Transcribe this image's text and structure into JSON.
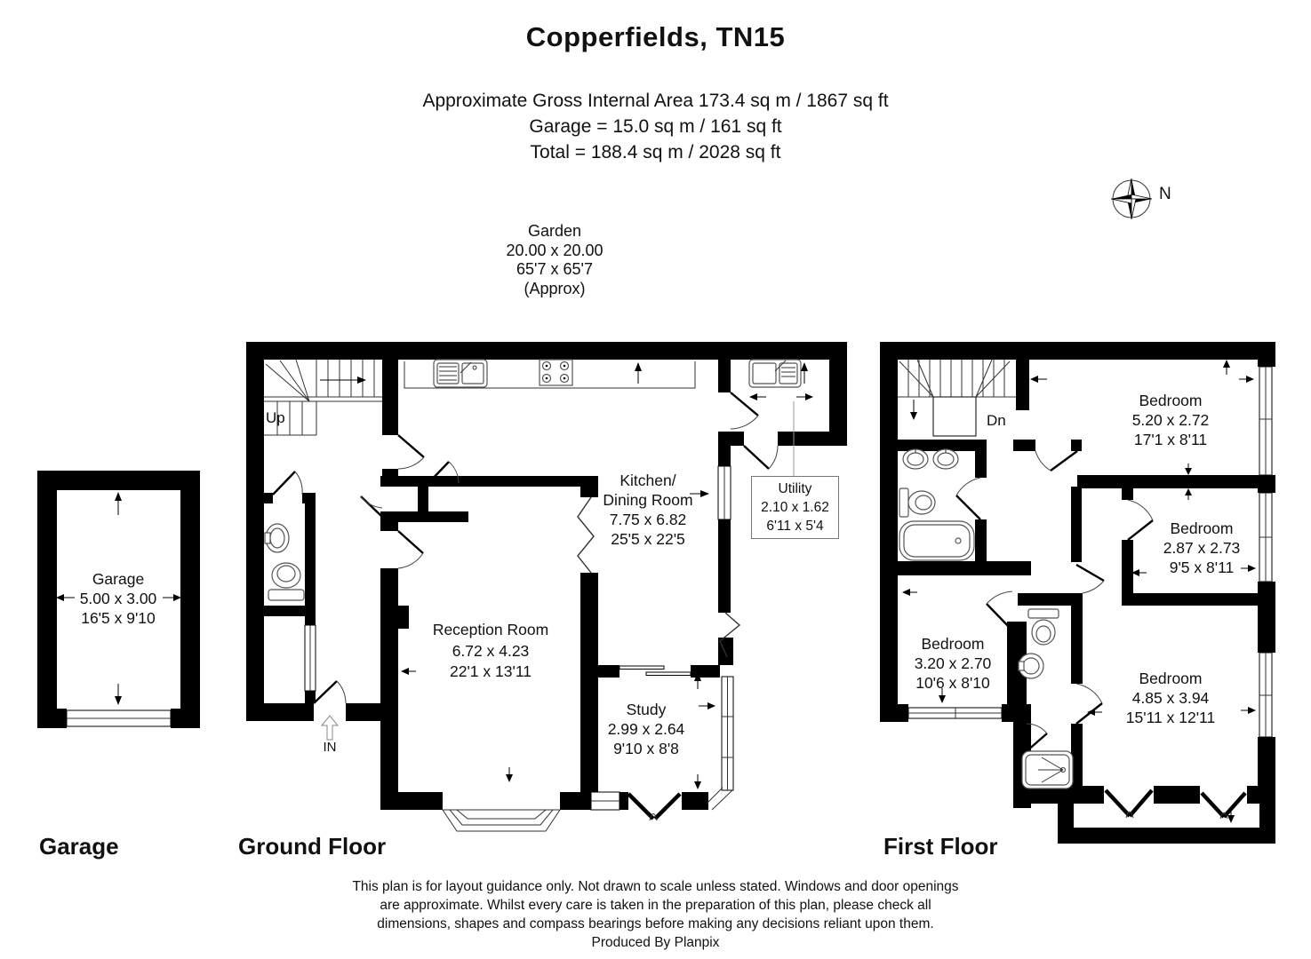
{
  "header": {
    "title": "Copperfields, TN15",
    "area_lines": [
      "Approximate Gross Internal Area 173.4 sq m / 1867 sq ft",
      "Garage = 15.0 sq m / 161 sq ft",
      "Total = 188.4 sq m / 2028 sq ft"
    ]
  },
  "garden": {
    "name": "Garden",
    "metric": "20.00 x 20.00",
    "imperial": "65'7 x 65'7",
    "approx": "(Approx)"
  },
  "compass": {
    "north": "N"
  },
  "garage": {
    "title": "Garage",
    "room": {
      "name": "Garage",
      "metric": "5.00 x 3.00",
      "imperial": "16'5 x 9'10"
    }
  },
  "ground_floor": {
    "title": "Ground Floor",
    "stairs": "Up",
    "entrance": "IN",
    "rooms": {
      "kitchen": {
        "name": "Kitchen/",
        "name2": "Dining Room",
        "metric": "7.75 x 6.82",
        "imperial": "25'5 x 22'5"
      },
      "utility": {
        "name": "Utility",
        "metric": "2.10 x 1.62",
        "imperial": "6'11 x 5'4"
      },
      "reception": {
        "name": "Reception Room",
        "metric": "6.72 x 4.23",
        "imperial": "22'1 x 13'11"
      },
      "study": {
        "name": "Study",
        "metric": "2.99 x 2.64",
        "imperial": "9'10 x 8'8"
      }
    }
  },
  "first_floor": {
    "title": "First Floor",
    "stairs": "Dn",
    "rooms": {
      "bedroom_top": {
        "name": "Bedroom",
        "metric": "5.20 x 2.72",
        "imperial": "17'1 x 8'11"
      },
      "bedroom_mid": {
        "name": "Bedroom",
        "metric": "2.87 x 2.73",
        "imperial": "9'5 x 8'11"
      },
      "bedroom_left": {
        "name": "Bedroom",
        "metric": "3.20 x 2.70",
        "imperial": "10'6 x 8'10"
      },
      "bedroom_main": {
        "name": "Bedroom",
        "metric": "4.85 x 3.94",
        "imperial": "15'11 x 12'11"
      }
    }
  },
  "footer": {
    "lines": [
      "This plan is for layout guidance only. Not drawn to scale unless stated. Windows and door openings",
      "are approximate. Whilst every care is taken in the preparation of this plan, please check all",
      "dimensions, shapes and compass bearings before making any decisions reliant upon them.",
      "Produced By Planpix"
    ]
  },
  "colors": {
    "wall": "#000000",
    "background": "#ffffff",
    "text": "#111111"
  }
}
